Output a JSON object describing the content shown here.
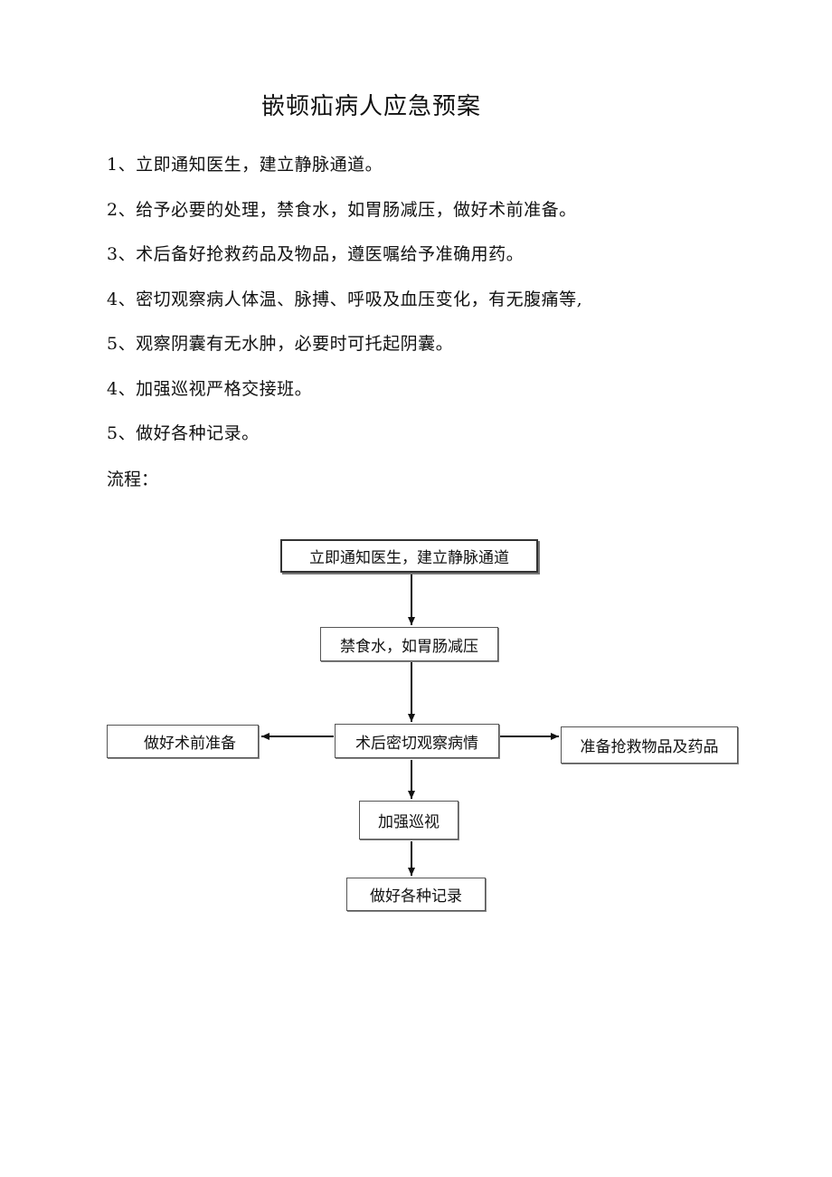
{
  "document": {
    "title": "嵌顿疝病人应急预案",
    "items": [
      "1、立即通知医生，建立静脉通道。",
      "2、给予必要的处理，禁食水，如胃肠减压，做好术前准备。",
      "3、术后备好抢救药品及物品，遵医嘱给予准确用药。",
      "4、密切观察病人体温、脉搏、呼吸及血压变化，有无腹痛等,",
      "5、观察阴囊有无水肿，必要时可托起阴囊。",
      "4、加强巡视严格交接班。",
      "5、做好各种记录。"
    ],
    "flow_label": "流程："
  },
  "flowchart": {
    "step1": "立即通知医生，建立静脉通道",
    "step2": "禁食水，如胃肠减压",
    "center": "术后密切观察病情",
    "left": "做好术前准备",
    "right": "准备抢救物品及药品",
    "step4": "加强巡视",
    "step5": "做好各种记录"
  }
}
